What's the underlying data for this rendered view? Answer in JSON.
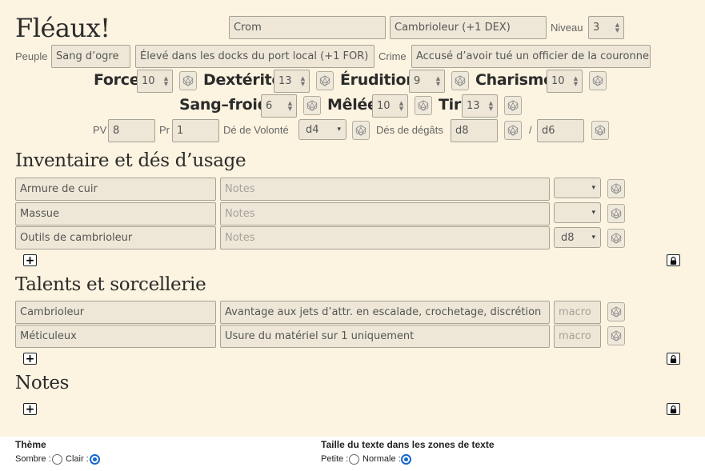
{
  "sheet": {
    "title": "Fléaux!",
    "name": "Crom",
    "archetype": "Cambrioleur (+1 DEX)",
    "level_label": "Niveau",
    "level": "3",
    "people_label": "Peuple",
    "people": "Sang d’ogre",
    "background": "Élevé dans les docks du port local (+1 FOR)",
    "crime_label": "Crime",
    "crime": "Accusé d’avoir tué un officier de la couronne"
  },
  "stats": {
    "force_label": "Force",
    "force": "10",
    "dex_label": "Dextérité",
    "dex": "13",
    "erud_label": "Érudition",
    "erud": "9",
    "cha_label": "Charisme",
    "cha": "10",
    "sang_label": "Sang–froid",
    "sang": "6",
    "melee_label": "Mêlée",
    "melee": "10",
    "tir_label": "Tir",
    "tir": "13",
    "pv_label": "PV",
    "pv": "8",
    "pr_label": "Pr",
    "pr": "1",
    "will_label": "Dé de Volonté",
    "will": "d4",
    "dmg_label": "Dés de dégâts",
    "dmg1": "d8",
    "slash": "/",
    "dmg2": "d6"
  },
  "inventory": {
    "title": "Inventaire et dés d’usage",
    "notes_placeholder": "Notes",
    "items": [
      {
        "name": "Armure de cuir",
        "notes": "",
        "die": ""
      },
      {
        "name": "Massue",
        "notes": "",
        "die": ""
      },
      {
        "name": "Outils de cambrioleur",
        "notes": "",
        "die": "d8"
      }
    ]
  },
  "talents": {
    "title": "Talents et sorcellerie",
    "macro_placeholder": "macro",
    "items": [
      {
        "name": "Cambrioleur",
        "desc": "Avantage aux jets d’attr. en escalade, crochetage, discrétion"
      },
      {
        "name": "Méticuleux",
        "desc": "Usure du matériel sur 1 uniquement"
      }
    ]
  },
  "notes": {
    "title": "Notes"
  },
  "footer": {
    "theme_label": "Thème",
    "theme_dark": "Sombre :",
    "theme_light": "Clair :",
    "theme_selected": "Clair",
    "size_label": "Taille du texte dans les zones de texte",
    "size_small": "Petite :",
    "size_normal": "Normale :",
    "size_selected": "Normale"
  },
  "icons": {
    "add": "+",
    "dice": "d20-dice-icon",
    "lock": "lock-icon",
    "spinner": "▲▼",
    "caret": "▾"
  },
  "colors": {
    "sheet_bg": "#fcf3e0",
    "field_bg": "#eee7d7",
    "radio_accent": "#1766d1"
  }
}
